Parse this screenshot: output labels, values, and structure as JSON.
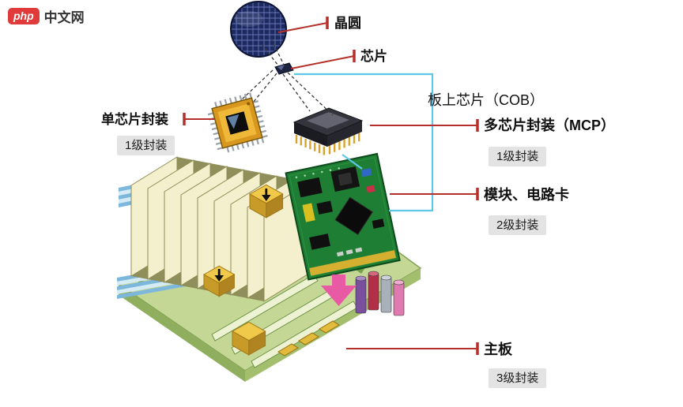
{
  "logo": {
    "brand": "php",
    "site": "中文网"
  },
  "labels": {
    "wafer": "晶圆",
    "chip": "芯片",
    "cob": "板上芯片（COB）",
    "single_chip": "单芯片封装",
    "single_chip_level": "1级封装",
    "mcp": "多芯片封装（MCP）",
    "mcp_level": "1级封装",
    "module": "模块、电路卡",
    "module_level": "2级封装",
    "motherboard": "主板",
    "motherboard_level": "3级封装"
  },
  "colors": {
    "leader_red": "#b5302a",
    "connector_cyan": "#5ec7e8",
    "board_green": "#c4d795",
    "fin_cream": "#f4f0cd",
    "arrow_pink": "#e85ba4",
    "package_gold": "#e8a828",
    "badge_bg": "#e3e3e3",
    "logo_red": "#e03a3a"
  },
  "icons": {
    "down_arrow": "▼"
  }
}
